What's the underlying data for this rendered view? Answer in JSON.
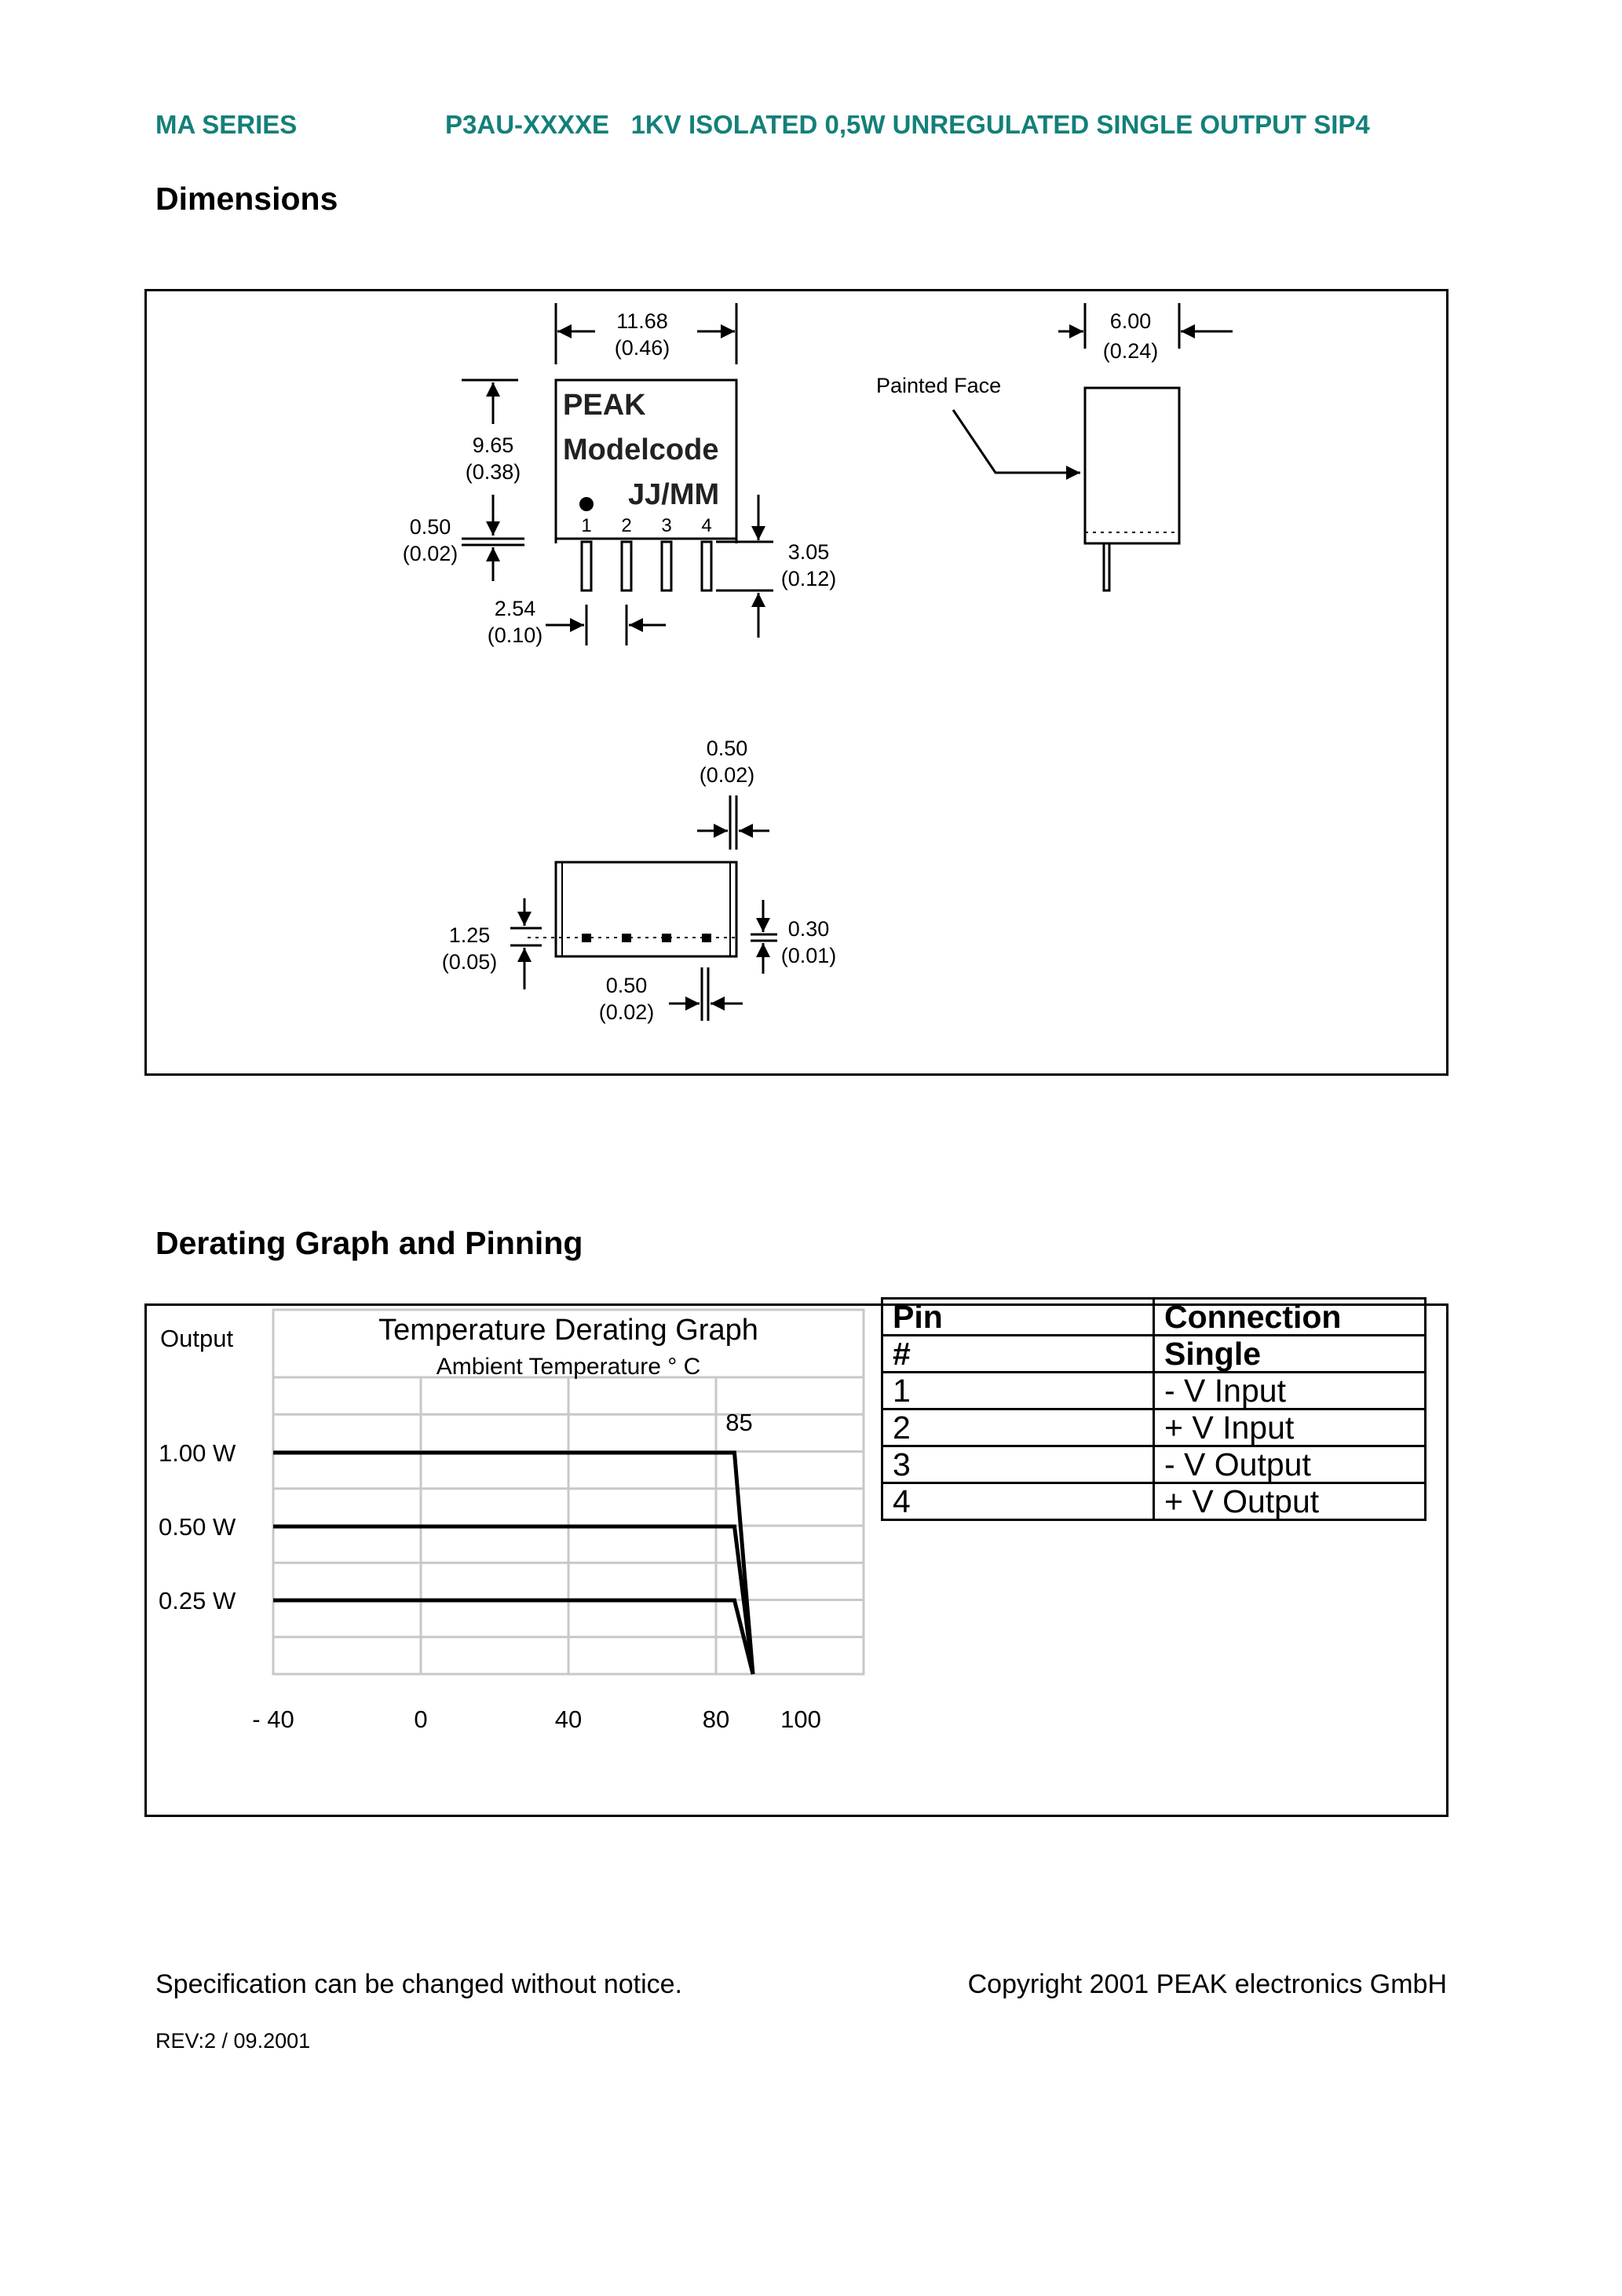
{
  "header": {
    "series": "MA SERIES",
    "product": "P3AU-XXXXE   1KV ISOLATED 0,5W UNREGULATED SINGLE OUTPUT SIP4"
  },
  "sections": {
    "dimensions": "Dimensions",
    "derating": "Derating Graph and Pinning"
  },
  "drawing": {
    "width_mm": "11.68",
    "width_in": "(0.46)",
    "height_mm": "9.65",
    "height_in": "(0.38)",
    "standoff_mm": "0.50",
    "standoff_in": "(0.02)",
    "pitch_mm": "2.54",
    "pitch_in": "(0.10)",
    "pin_len_mm": "3.05",
    "pin_len_in": "(0.12)",
    "depth_mm": "6.00",
    "depth_in": "(0.24)",
    "painted_face": "Painted Face",
    "brand": "PEAK",
    "modelcode": "Modelcode",
    "datecode": "JJ/MM",
    "pin_numbers": [
      "1",
      "2",
      "3",
      "4"
    ],
    "pin_offset_mm": "1.25",
    "pin_offset_in": "(0.05)",
    "top_edge_mm": "0.50",
    "top_edge_in": "(0.02)",
    "pin_thick_mm": "0.30",
    "pin_thick_in": "(0.01)",
    "bottom_edge_mm": "0.50",
    "bottom_edge_in": "(0.02)"
  },
  "chart_data": {
    "type": "line",
    "title": "Temperature Derating Graph",
    "subtitle": "Ambient Temperature ° C",
    "ylabel": "Output",
    "y_tick_labels": [
      "1.00 W",
      "0.50 W",
      "0.25 W"
    ],
    "x_tick_labels": [
      "- 40",
      "0",
      "40",
      "80",
      "100"
    ],
    "annotation": "85",
    "xlim": [
      -40,
      120
    ],
    "grid": true,
    "series": [
      {
        "x": [
          -40,
          85,
          90
        ],
        "y": [
          1.0,
          1.0,
          0
        ]
      },
      {
        "x": [
          -40,
          85,
          90
        ],
        "y": [
          0.5,
          0.5,
          0
        ]
      },
      {
        "x": [
          -40,
          85,
          90
        ],
        "y": [
          0.25,
          0.25,
          0
        ]
      }
    ]
  },
  "pins": {
    "header": [
      [
        "Pin",
        "Connection"
      ],
      [
        "#",
        "Single"
      ]
    ],
    "rows": [
      [
        "1",
        "- V Input"
      ],
      [
        "2",
        "+ V Input"
      ],
      [
        "3",
        "- V Output"
      ],
      [
        "4",
        "+ V Output"
      ]
    ]
  },
  "footer": {
    "notice": "Specification can be changed without notice.",
    "copyright": "Copyright 2001 PEAK electronics GmbH",
    "revision": "REV:2 / 09.2001"
  }
}
